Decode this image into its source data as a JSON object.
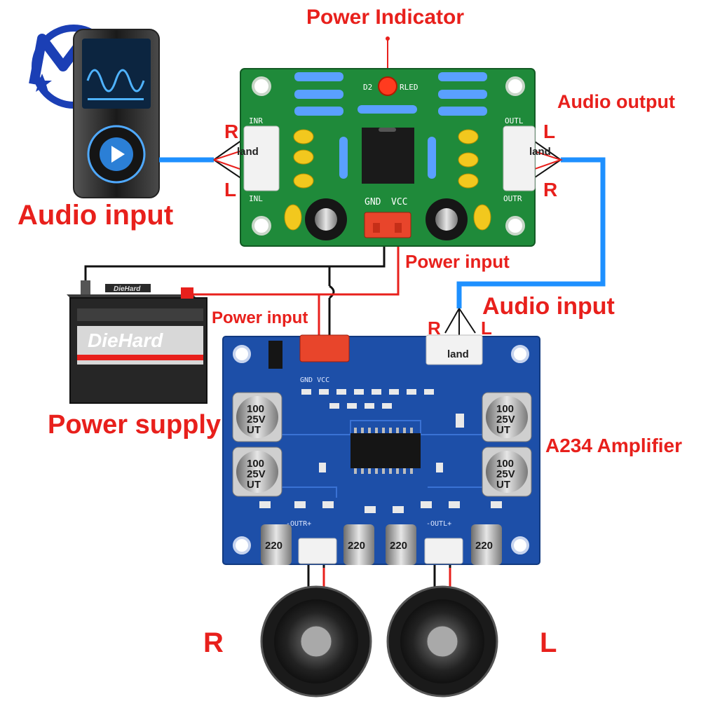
{
  "logo": {
    "text": "MQ"
  },
  "labels": {
    "power_indicator": "Power Indicator",
    "audio_output": "Audio output",
    "audio_input_left": "Audio input",
    "power_input_preamp": "Power input",
    "audio_input_amp": "Audio input",
    "power_input_amp": "Power input",
    "power_supply": "Power supply",
    "amplifier": "A234 Amplifier",
    "speaker_right": "R",
    "speaker_left": "L"
  },
  "channels": {
    "in_r": "R",
    "in_l": "L",
    "in_land": "land",
    "out_l": "L",
    "out_r": "R",
    "out_land": "land",
    "amp_r": "R",
    "amp_l": "L",
    "amp_land": "land"
  },
  "preamp_silk": {
    "inr": "INR",
    "inl": "INL",
    "outl": "OUTL",
    "outr": "OUTR",
    "gnd": "GND",
    "vcc": "VCC",
    "d2": "D2",
    "rled": "RLED"
  },
  "amp_silk": {
    "gnd_vcc": "GND VCC",
    "outr": "-OUTR+",
    "outl": "-OUTL+",
    "cap1": "100\n25V\nUT",
    "cap220": "220"
  },
  "battery": {
    "brand": "DieHard",
    "model": "DieHard"
  },
  "colors": {
    "label_red": "#e8201c",
    "wire_blue": "#1e90ff",
    "pcb_green": "#1f8a3a",
    "pcb_blue": "#1d4fa8"
  }
}
